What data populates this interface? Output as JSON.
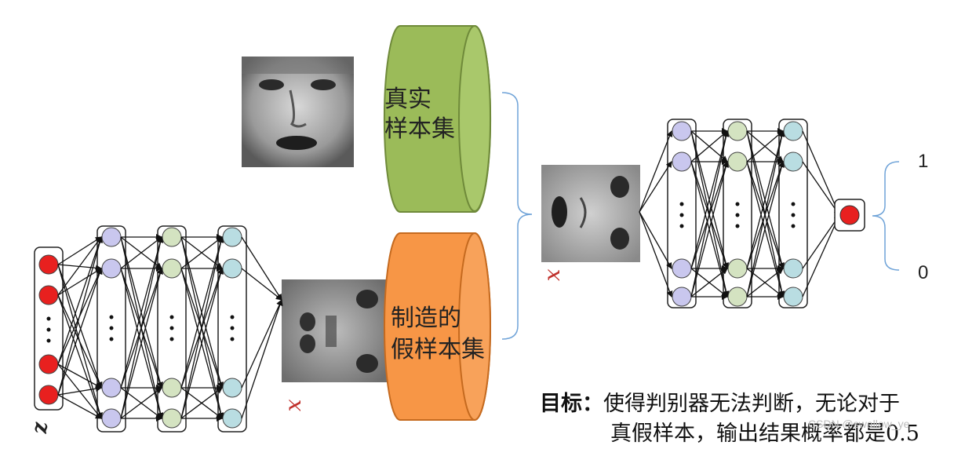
{
  "real_set_label": [
    "真实",
    "样本集"
  ],
  "fake_set_label": [
    "制造的",
    "假样本集"
  ],
  "generator_input_symbol": "z",
  "generated_sample_symbol": "x",
  "discriminator_input_symbol": "x",
  "output_labels": {
    "top": "1",
    "bottom": "0"
  },
  "goal": {
    "prefix": "目标：",
    "line1": "使得判别器无法判断，无论对于",
    "line2": "真假样本，输出结果概率都是0.5"
  },
  "watermark": "CSDN @swallow_ye",
  "colors": {
    "red_node": "#e8201f",
    "purple_node": "#c9c7ee",
    "green_node": "#d4e3c1",
    "cyan_node": "#b9dde2",
    "real_cylinder": "#9bbb59",
    "fake_cylinder": "#f79646",
    "bracket": "#6fa3d8"
  }
}
